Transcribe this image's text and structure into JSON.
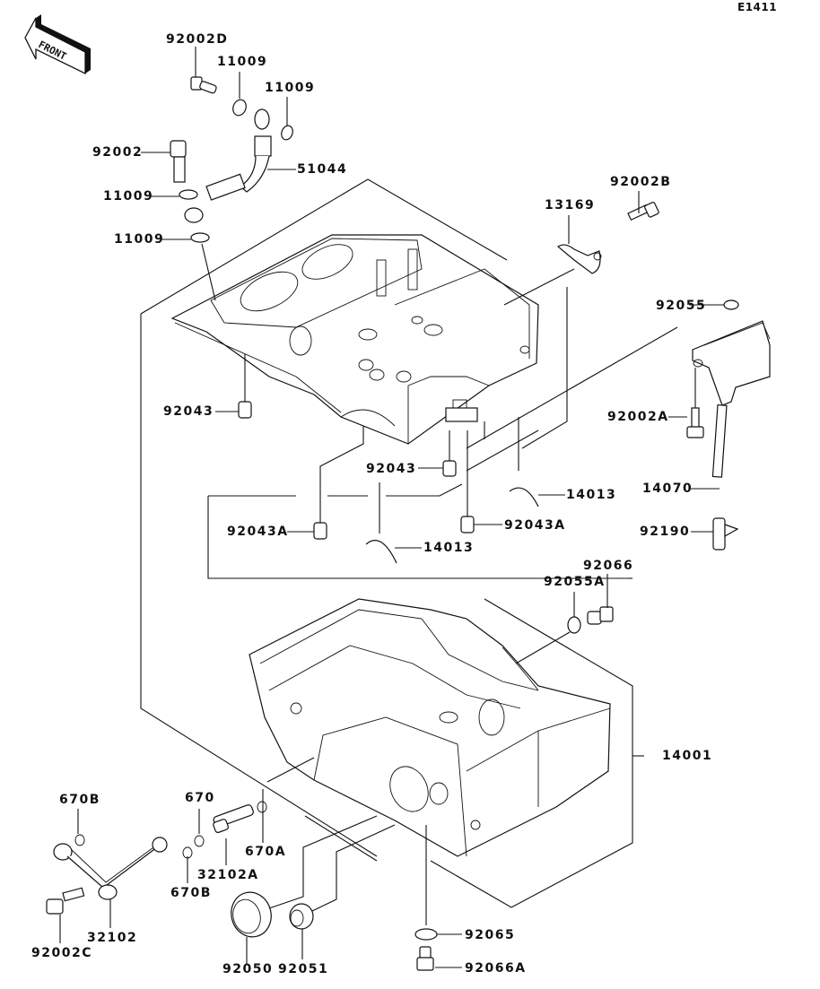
{
  "diagram": {
    "code": "E1411",
    "orientation_label": "FRONT",
    "ink_color": "#111111",
    "background_color": "#ffffff"
  },
  "labels": {
    "p92002D": "92002D",
    "p11009a": "11009",
    "p11009b": "11009",
    "p92002": "92002",
    "p51044": "51044",
    "p11009c": "11009",
    "p11009d": "11009",
    "p13169": "13169",
    "p92002B": "92002B",
    "p92055": "92055",
    "p92043a": "92043",
    "p92002A": "92002A",
    "p92043b": "92043",
    "p14013a": "14013",
    "p14070": "14070",
    "p92043Aa": "92043A",
    "p92043Ab": "92043A",
    "p92190": "92190",
    "p14013b": "14013",
    "p92066": "92066",
    "p92055A": "92055A",
    "p14001": "14001",
    "p670B_top": "670B",
    "p670": "670",
    "p670A": "670A",
    "p32102A": "32102A",
    "p670B_bot": "670B",
    "p32102": "32102",
    "p92002C": "92002C",
    "p92065": "92065",
    "p92050": "92050",
    "p92051": "92051",
    "p92066A": "92066A"
  }
}
